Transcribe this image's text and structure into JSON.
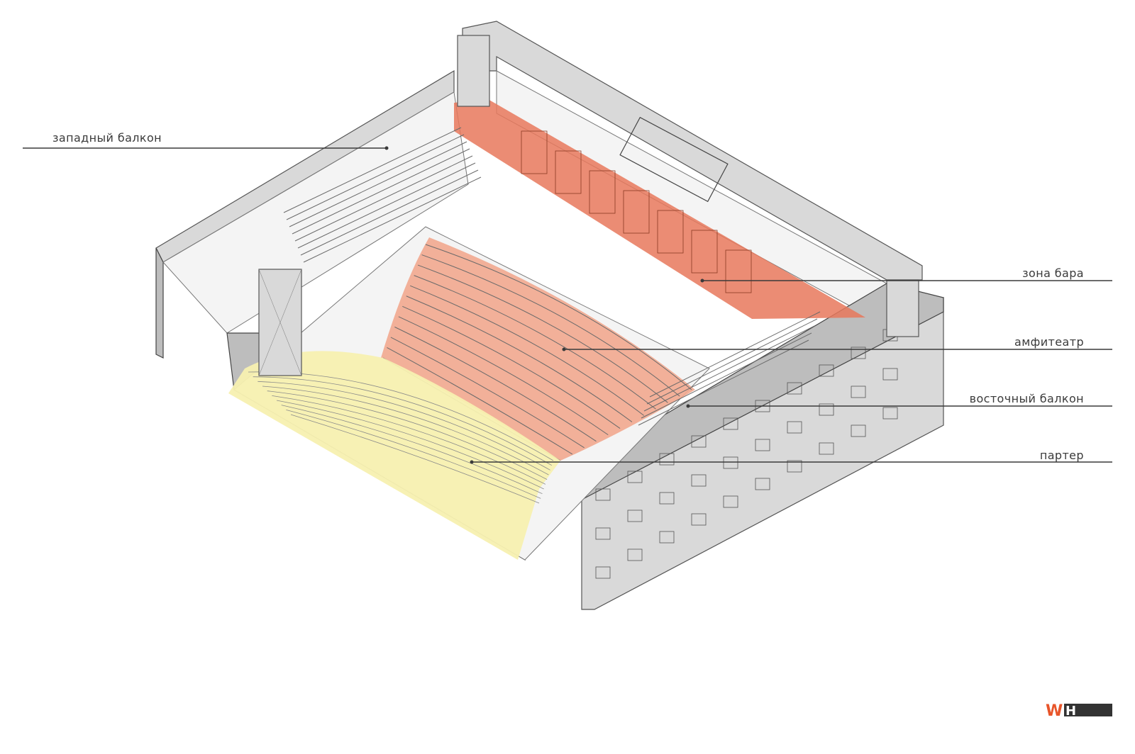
{
  "labels": {
    "west_balcony": "западный балкон",
    "bar_zone": "зона бара",
    "amphitheatre": "амфитеатр",
    "east_balcony": "восточный балкон",
    "parterre": "партер"
  },
  "colors": {
    "bar_zone_fill": "#e8785c",
    "amphitheatre_fill": "#f2a98f",
    "parterre_fill": "#f7f0b0",
    "logo_accent": "#e8552a",
    "logo_dark": "#333333"
  },
  "logo": {
    "text": "WH"
  }
}
